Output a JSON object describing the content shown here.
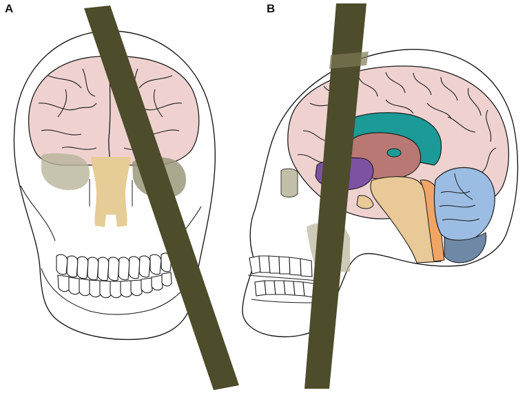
{
  "panels": [
    {
      "label": "A",
      "view": "frontal"
    },
    {
      "label": "B",
      "view": "sagittal"
    }
  ],
  "colors": {
    "background": "#ffffff",
    "outline": "#1a1a1a",
    "brain_cortex": "#efd2d0",
    "lateral_ventricle": "#1b9a97",
    "thalamus": "#b97874",
    "frontal_highlight": "#7d52a3",
    "brainstem": "#e9c997",
    "pons_band": "#f0a466",
    "cerebellum": "#9cbde3",
    "cerebellum_dark": "#6f88a6",
    "nasal_area": "#e6cc96",
    "rod": "#4d4c2b",
    "rod_shadow": "#7c7b55"
  },
  "icons": [
    "skull-front-icon",
    "skull-side-icon",
    "tamping-iron-icon"
  ]
}
